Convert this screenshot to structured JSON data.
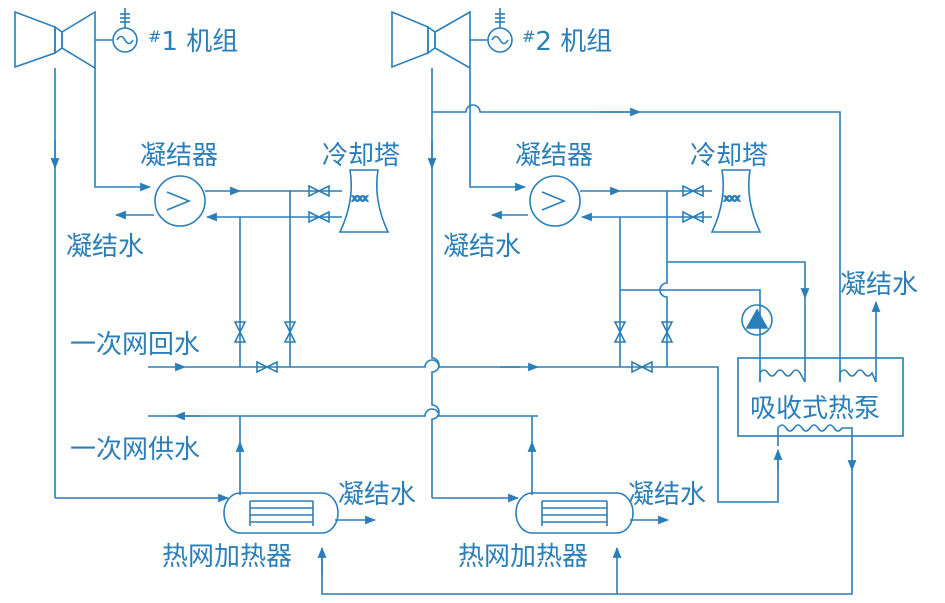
{
  "colors": {
    "line": "#2a7fb8",
    "text": "#2a7fb8",
    "background": "#ffffff"
  },
  "units": [
    {
      "label": "#1 机组",
      "sup": "#",
      "num": "1 机组"
    },
    {
      "label": "#2 机组",
      "sup": "#",
      "num": "2 机组"
    }
  ],
  "labels": {
    "condenser_1": "凝结器",
    "condenser_2": "凝结器",
    "cooling_tower_1": "冷却塔",
    "cooling_tower_2": "冷却塔",
    "condensate_1": "凝结水",
    "condensate_2": "凝结水",
    "condensate_hp": "凝结水",
    "condensate_h1": "凝结水",
    "condensate_h2": "凝结水",
    "primary_return": "一次网回水",
    "primary_supply": "一次网供水",
    "heat_pump": "吸收式热泵",
    "heater_1": "热网加热器",
    "heater_2": "热网加热器"
  },
  "icons": {
    "turbine": "turbine-icon",
    "generator": "generator-icon",
    "condenser": "condenser-icon",
    "cooling_tower": "cooling-tower-icon",
    "valve": "valve-icon",
    "pump": "pump-icon",
    "heat_exchanger": "heat-exchanger-icon"
  }
}
